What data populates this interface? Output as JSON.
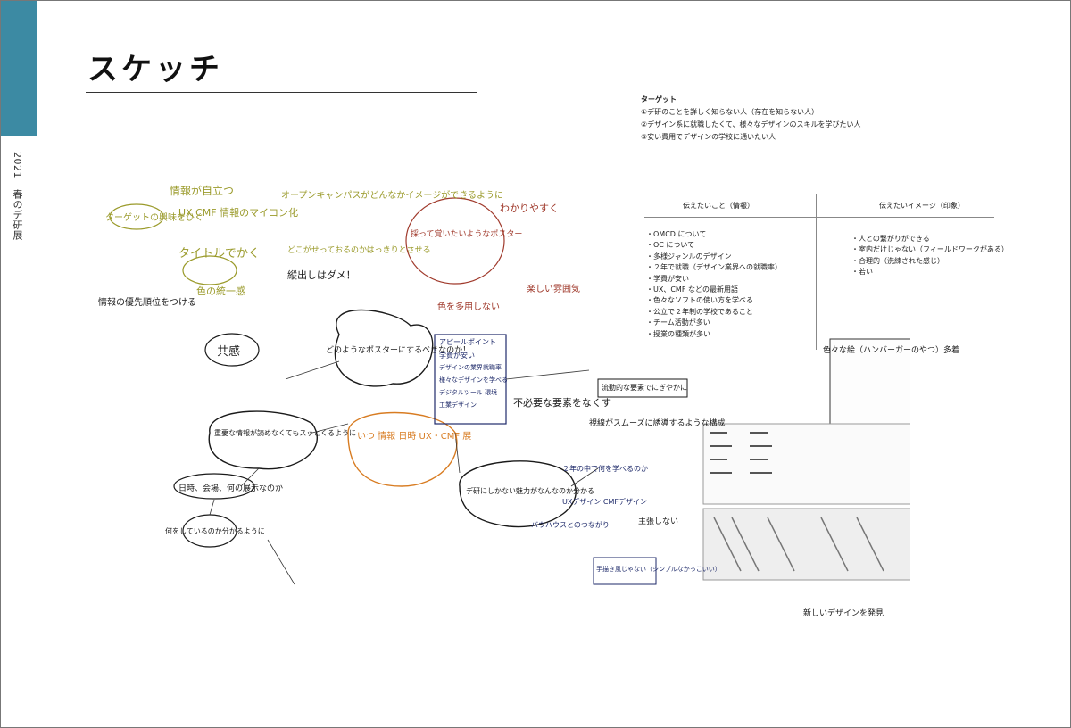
{
  "side": {
    "year": "2021",
    "label": "春のデ研展"
  },
  "page": {
    "title": "スケッチ"
  },
  "target": {
    "heading": "ターゲット",
    "items": [
      "①デ研のことを詳しく知らない人（存在を知らない人）",
      "②デザイン系に就職したくて、様々なデザインのスキルを学びたい人",
      "③安い費用でデザインの学校に通いたい人"
    ]
  },
  "table": {
    "col1_header": "伝えたいこと（情報）",
    "col2_header": "伝えたいイメージ（印象）",
    "col1_items": [
      "OMCD について",
      "OC について",
      "多様ジャンルのデザイン",
      "２年で就職（デザイン業界への就職率）",
      "学費が安い",
      "UX、CMF などの最新用語",
      "色々なソフトの使い方を学べる",
      "公立で２年制の学校であること",
      "チーム活動が多い",
      "授業の種類が多い"
    ],
    "col2_items": [
      "人との繋がりができる",
      "室内だけじゃない（フィールドワークがある）",
      "合理的（洗練された感じ）",
      "若い"
    ]
  },
  "sketch": {
    "notes": [
      {
        "text": "情報が自立つ",
        "c": "g"
      },
      {
        "text": "ターゲットの興味をひく",
        "c": "g"
      },
      {
        "text": "UX CMF 情報のマイコン化",
        "c": "g"
      },
      {
        "text": "タイトルでかく",
        "c": "g"
      },
      {
        "text": "オープンキャンパスがどんなかイメージができるように",
        "c": "g"
      },
      {
        "text": "色の統一感",
        "c": "g"
      },
      {
        "text": "どこがせっておるのかはっきりとさせる",
        "c": "g"
      },
      {
        "text": "縦出しはダメ！",
        "k": true,
        "c": "k"
      },
      {
        "text": "採って覚いたいようなポスター",
        "c": "r"
      },
      {
        "text": "わかりやすく",
        "c": "r"
      },
      {
        "text": "色を多用しない",
        "c": "r"
      },
      {
        "text": "楽しい雰囲気",
        "c": "r"
      },
      {
        "text": "情報の優先順位をつける",
        "c": "k"
      },
      {
        "text": "共感",
        "c": "k"
      },
      {
        "text": "どのようなポスターにするべきなのか！",
        "c": "k"
      },
      {
        "text": "重要な情報が読めなくてもスッとくるように",
        "c": "k"
      },
      {
        "text": "日時、会場、何の展示なのか",
        "c": "k"
      },
      {
        "text": "何をしているのか分かるように",
        "c": "k"
      },
      {
        "text": "アピールポイント",
        "c": "b"
      },
      {
        "text": "学費が安い",
        "c": "b"
      },
      {
        "text": "デザインの業界就職率",
        "c": "b"
      },
      {
        "text": "様々なデザインを学べる",
        "c": "b"
      },
      {
        "text": "デジタルツール 環境",
        "c": "b"
      },
      {
        "text": "工業デザイン",
        "c": "b"
      },
      {
        "text": "不必要な要素をなくす",
        "c": "k"
      },
      {
        "text": "流動的な要素でにぎやかに",
        "c": "k"
      },
      {
        "text": "視線がスムーズに誘導するような構成",
        "c": "k"
      },
      {
        "text": "いつ 情報 日時 UX・CMF 展",
        "c": "o"
      },
      {
        "text": "デ研にしかない魅力がなんなのか分かる",
        "c": "k"
      },
      {
        "text": "バウハウスとのつながり",
        "c": "b"
      },
      {
        "text": "２年の中で何を学べるのか",
        "c": "b"
      },
      {
        "text": "UXデザイン CMFデザイン",
        "c": "b"
      },
      {
        "text": "主張しない",
        "c": "k"
      },
      {
        "text": "手描き風じゃない（シンプルなかっこいい）",
        "c": "b"
      },
      {
        "text": "色々な絵（ハンバーガーのやつ）多着",
        "c": "k"
      },
      {
        "text": "新しいデザインを発見",
        "c": "k"
      }
    ]
  }
}
